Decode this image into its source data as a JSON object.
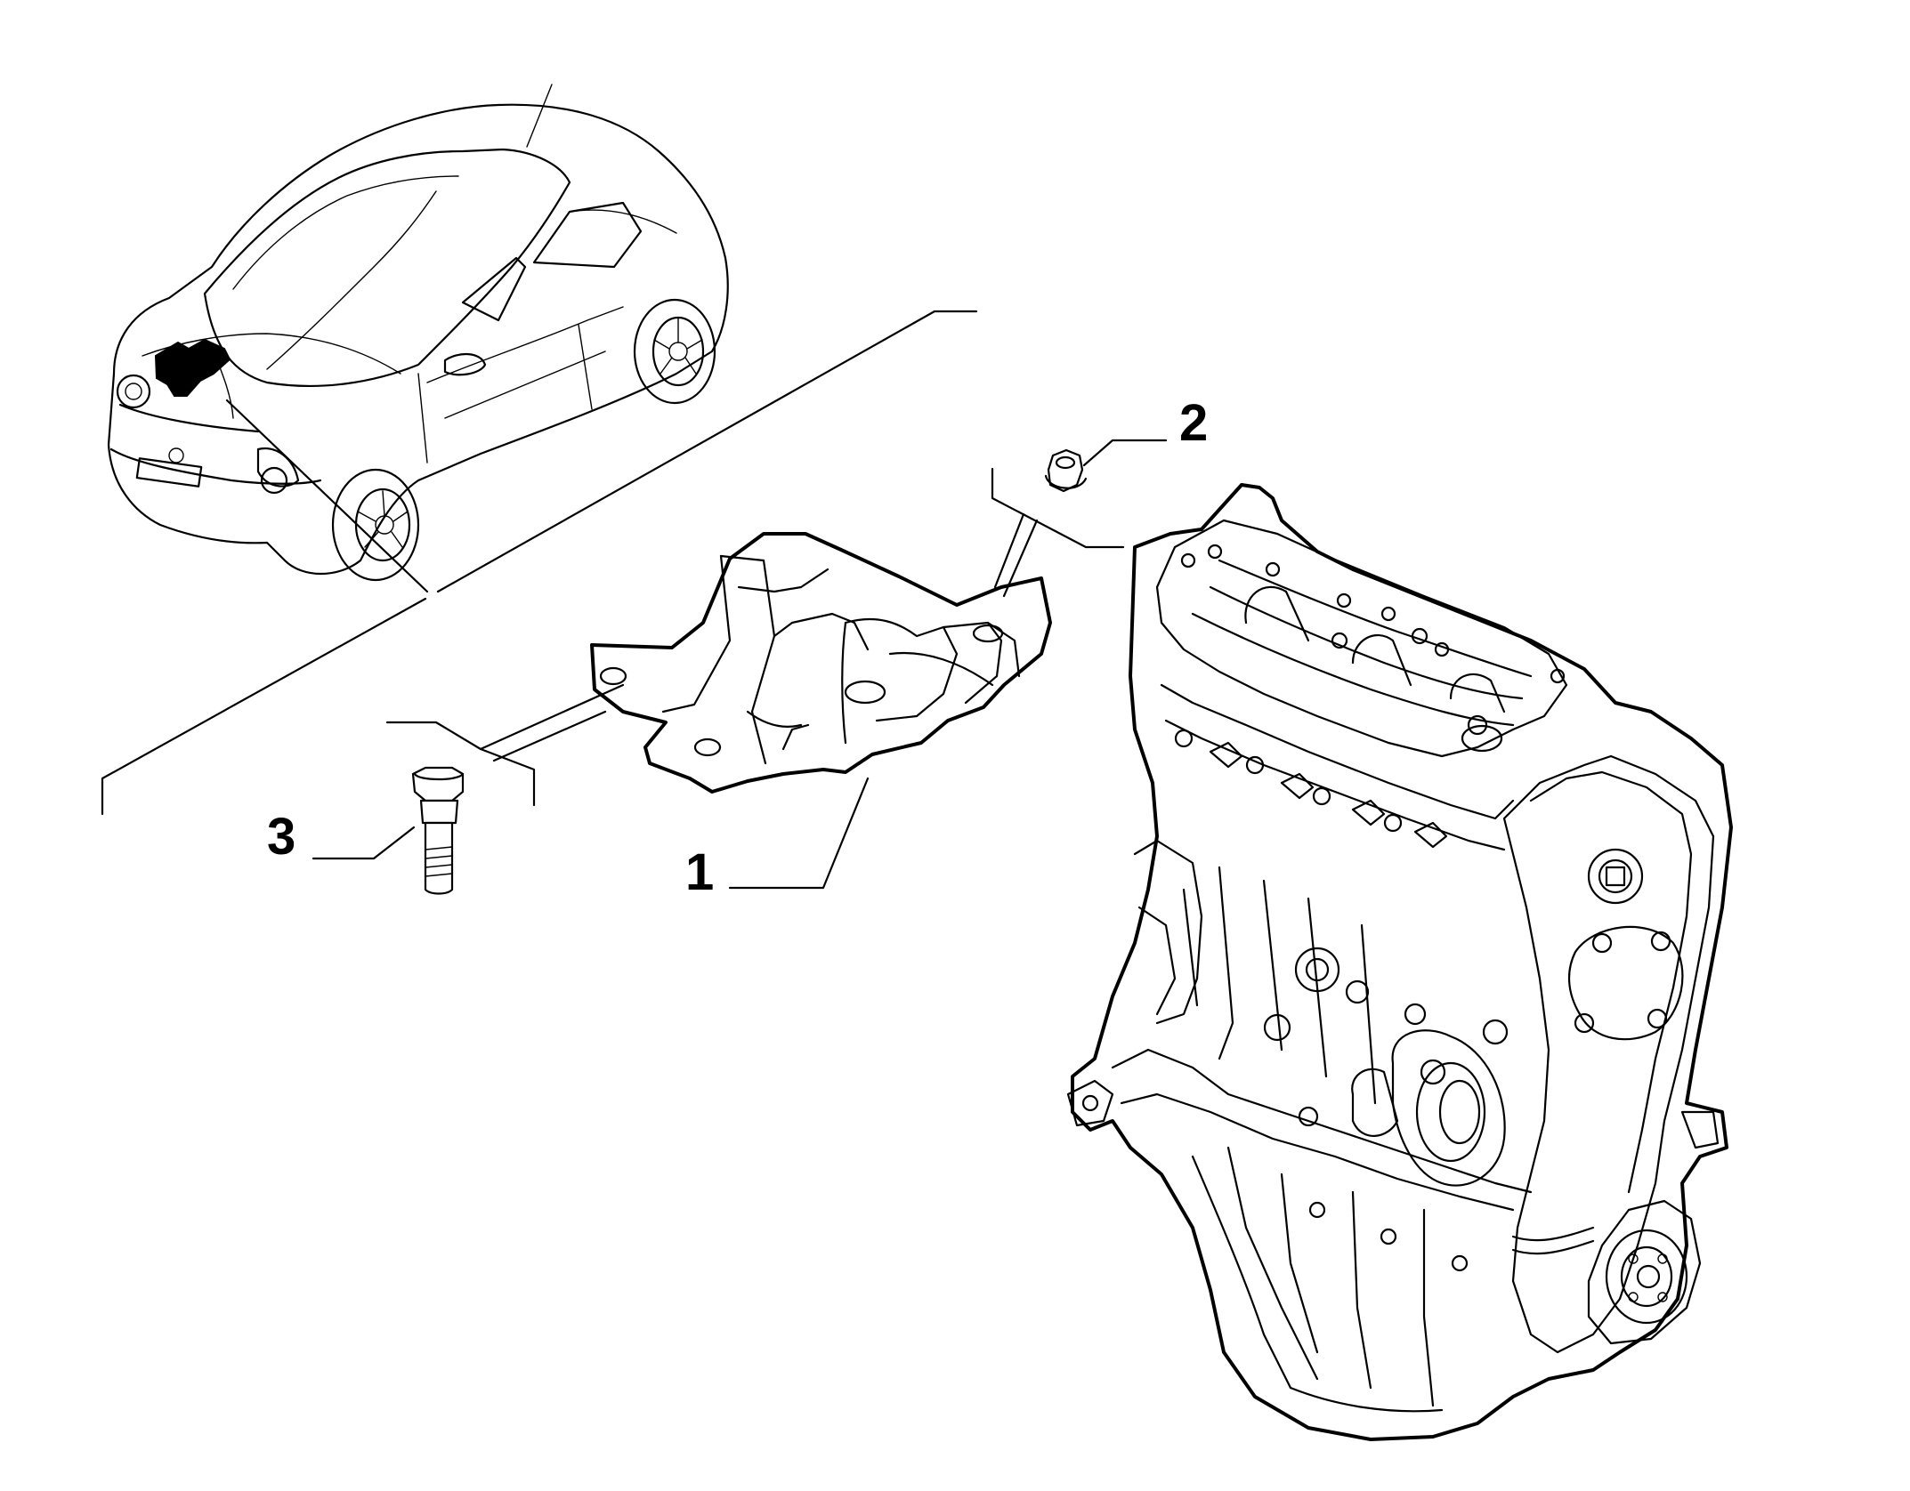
{
  "callouts": [
    {
      "id": "1",
      "label": "1"
    },
    {
      "id": "2",
      "label": "2"
    },
    {
      "id": "3",
      "label": "3"
    }
  ],
  "colors": {
    "ink": "#000000",
    "paper": "#ffffff"
  },
  "parts": [
    "car-overview",
    "engine-mount",
    "flange-nut",
    "bolt",
    "engine-block"
  ]
}
